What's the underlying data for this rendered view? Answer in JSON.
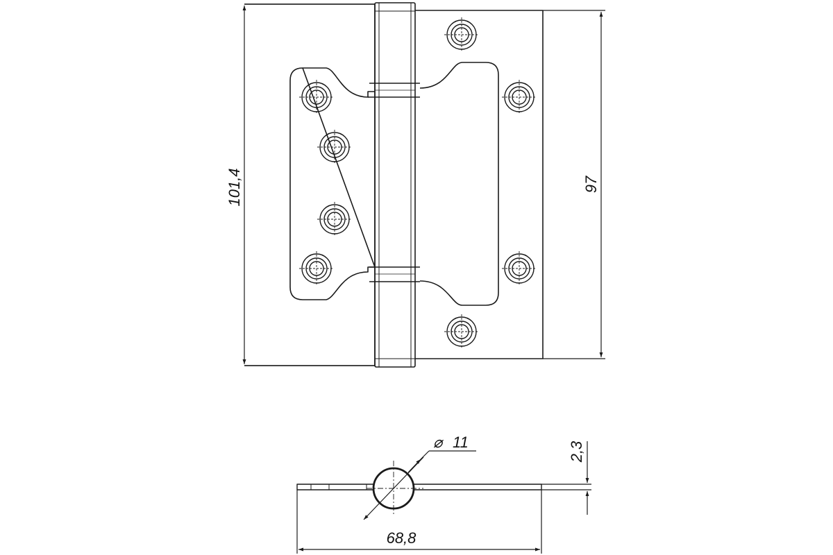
{
  "drawing": {
    "dimensions": {
      "overall_height": "101,4",
      "leaf_height": "97",
      "pin_diameter": "11",
      "diameter_symbol": "⌀",
      "thickness": "2,3",
      "open_width": "68,8"
    },
    "colors": {
      "line": "#1a1a1a",
      "background": "#ffffff"
    }
  }
}
